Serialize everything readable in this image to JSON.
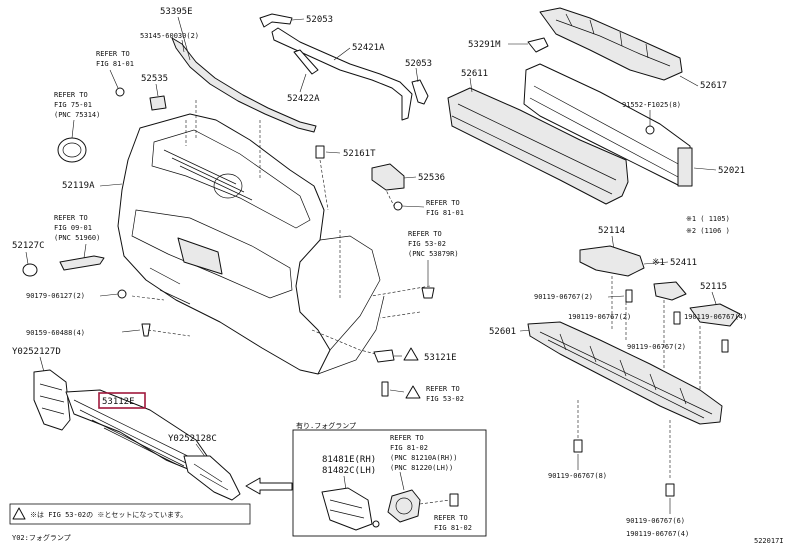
{
  "parts": {
    "p53395e": "53395E",
    "p53145": "53145-60030(2)",
    "p52053a": "52053",
    "p52421a": "52421A",
    "p52053b": "52053",
    "p52422a": "52422A",
    "p53291m": "53291M",
    "p52611": "52611",
    "p52617": "52617",
    "p91552": "91552-F1025(8)",
    "p52021": "52021",
    "p52535": "52535",
    "p52161t": "52161T",
    "p52536": "52536",
    "p52119a": "52119A",
    "p52127c": "52127C",
    "p90179": "90179-06127(2)",
    "p90159": "90159-60488(4)",
    "p52114": "52114",
    "p52411": "52411",
    "p52115": "52115",
    "p90119a": "90119-06767(2)",
    "p190119a": "190119-06767(2)",
    "p52601": "52601",
    "p90119b": "90119-06767(2)",
    "p190119b": "190119-06767(4)",
    "p90119c": "90119-06767(8)",
    "p90119d": "90119-06767(6)",
    "p190119c": "190119-06767(4)",
    "p53121e": "53121E",
    "p53112e": "53112E",
    "y52127d": "Y0252127D",
    "y52128c": "Y0252128C",
    "p81481e": "81481E(RH)",
    "p81482c": "81482C(LH)"
  },
  "refs": {
    "r1": [
      "REFER TO",
      "FIG 81-01"
    ],
    "r2": [
      "REFER TO",
      "FIG 75-01",
      "(PNC 75314)"
    ],
    "r3": [
      "REFER TO",
      "FIG 81-01"
    ],
    "r4": [
      "REFER TO",
      "FIG 09-01",
      "(PNC 51960)"
    ],
    "r5": [
      "REFER TO",
      "FIG 53-02",
      "(PNC 53879R)"
    ],
    "r6": [
      "REFER TO",
      "FIG 53-02"
    ],
    "r7": [
      "REFER TO",
      "FIG 81-02",
      "(PNC 81210A(RH))",
      "(PNC 81220(LH))"
    ],
    "r8": [
      "REFER TO",
      "FIG 81-02"
    ]
  },
  "legend": {
    "line1": "※1 (     1105)",
    "line2": "※2 (1106      )"
  },
  "inset": {
    "title": "有り.フォグランプ"
  },
  "note": {
    "text": "※は FIG 53-02の  ※とセットになっています。",
    "caption": "Y02:フォグランプ"
  },
  "star1": "※1",
  "figure_id": "522017I"
}
